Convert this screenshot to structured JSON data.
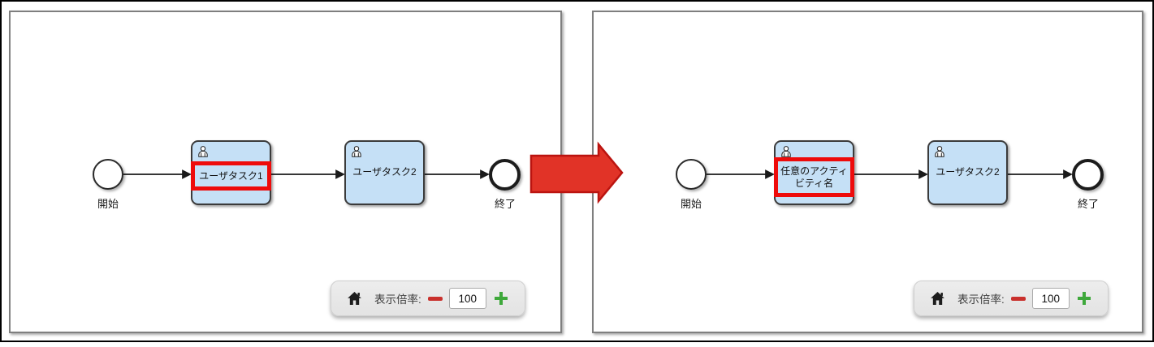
{
  "panels": [
    {
      "name": "before",
      "start_label": "開始",
      "end_label": "終了",
      "task1_label": "ユーザタスク1",
      "task2_label": "ユーザタスク2",
      "zoom": {
        "label": "表示倍率:",
        "value": "100"
      }
    },
    {
      "name": "after",
      "start_label": "開始",
      "end_label": "終了",
      "task1_label": "任意のアクティビティ名",
      "task2_label": "ユーザタスク2",
      "zoom": {
        "label": "表示倍率:",
        "value": "100"
      }
    }
  ],
  "icons": {
    "home": "home-icon",
    "user_task": "user-task-person-icon",
    "zoom_out": "minus-icon",
    "zoom_in": "plus-icon",
    "transform": "red-right-arrow"
  },
  "colors": {
    "highlight_red": "#ee0b0b",
    "arrow_fill": "#e13327",
    "arrow_border": "#bb1410",
    "task_fill": "#c5e0f6",
    "minus_red": "#c9302c",
    "plus_green": "#3ea83b",
    "panel_border": "#7f7f7f"
  }
}
